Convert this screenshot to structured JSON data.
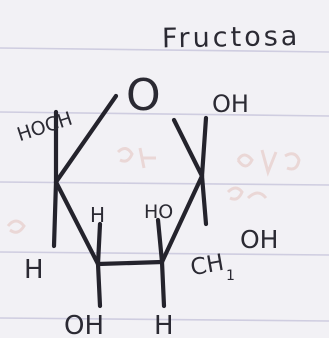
{
  "title": "Fructosa",
  "ring_oxygen": "O",
  "labels": {
    "top_left": "HOCH",
    "top_right": "OH",
    "left": "H",
    "inner_left": "H",
    "inner_right": "HO",
    "right": "CH",
    "right_oh": "OH",
    "bottom_left": "OH",
    "bottom_right": "H"
  },
  "colors": {
    "ink": "#24232c",
    "paper": "#f2f1f5",
    "rule_line": "#c9c7dc",
    "bleed_through": "#e7c9c3"
  }
}
